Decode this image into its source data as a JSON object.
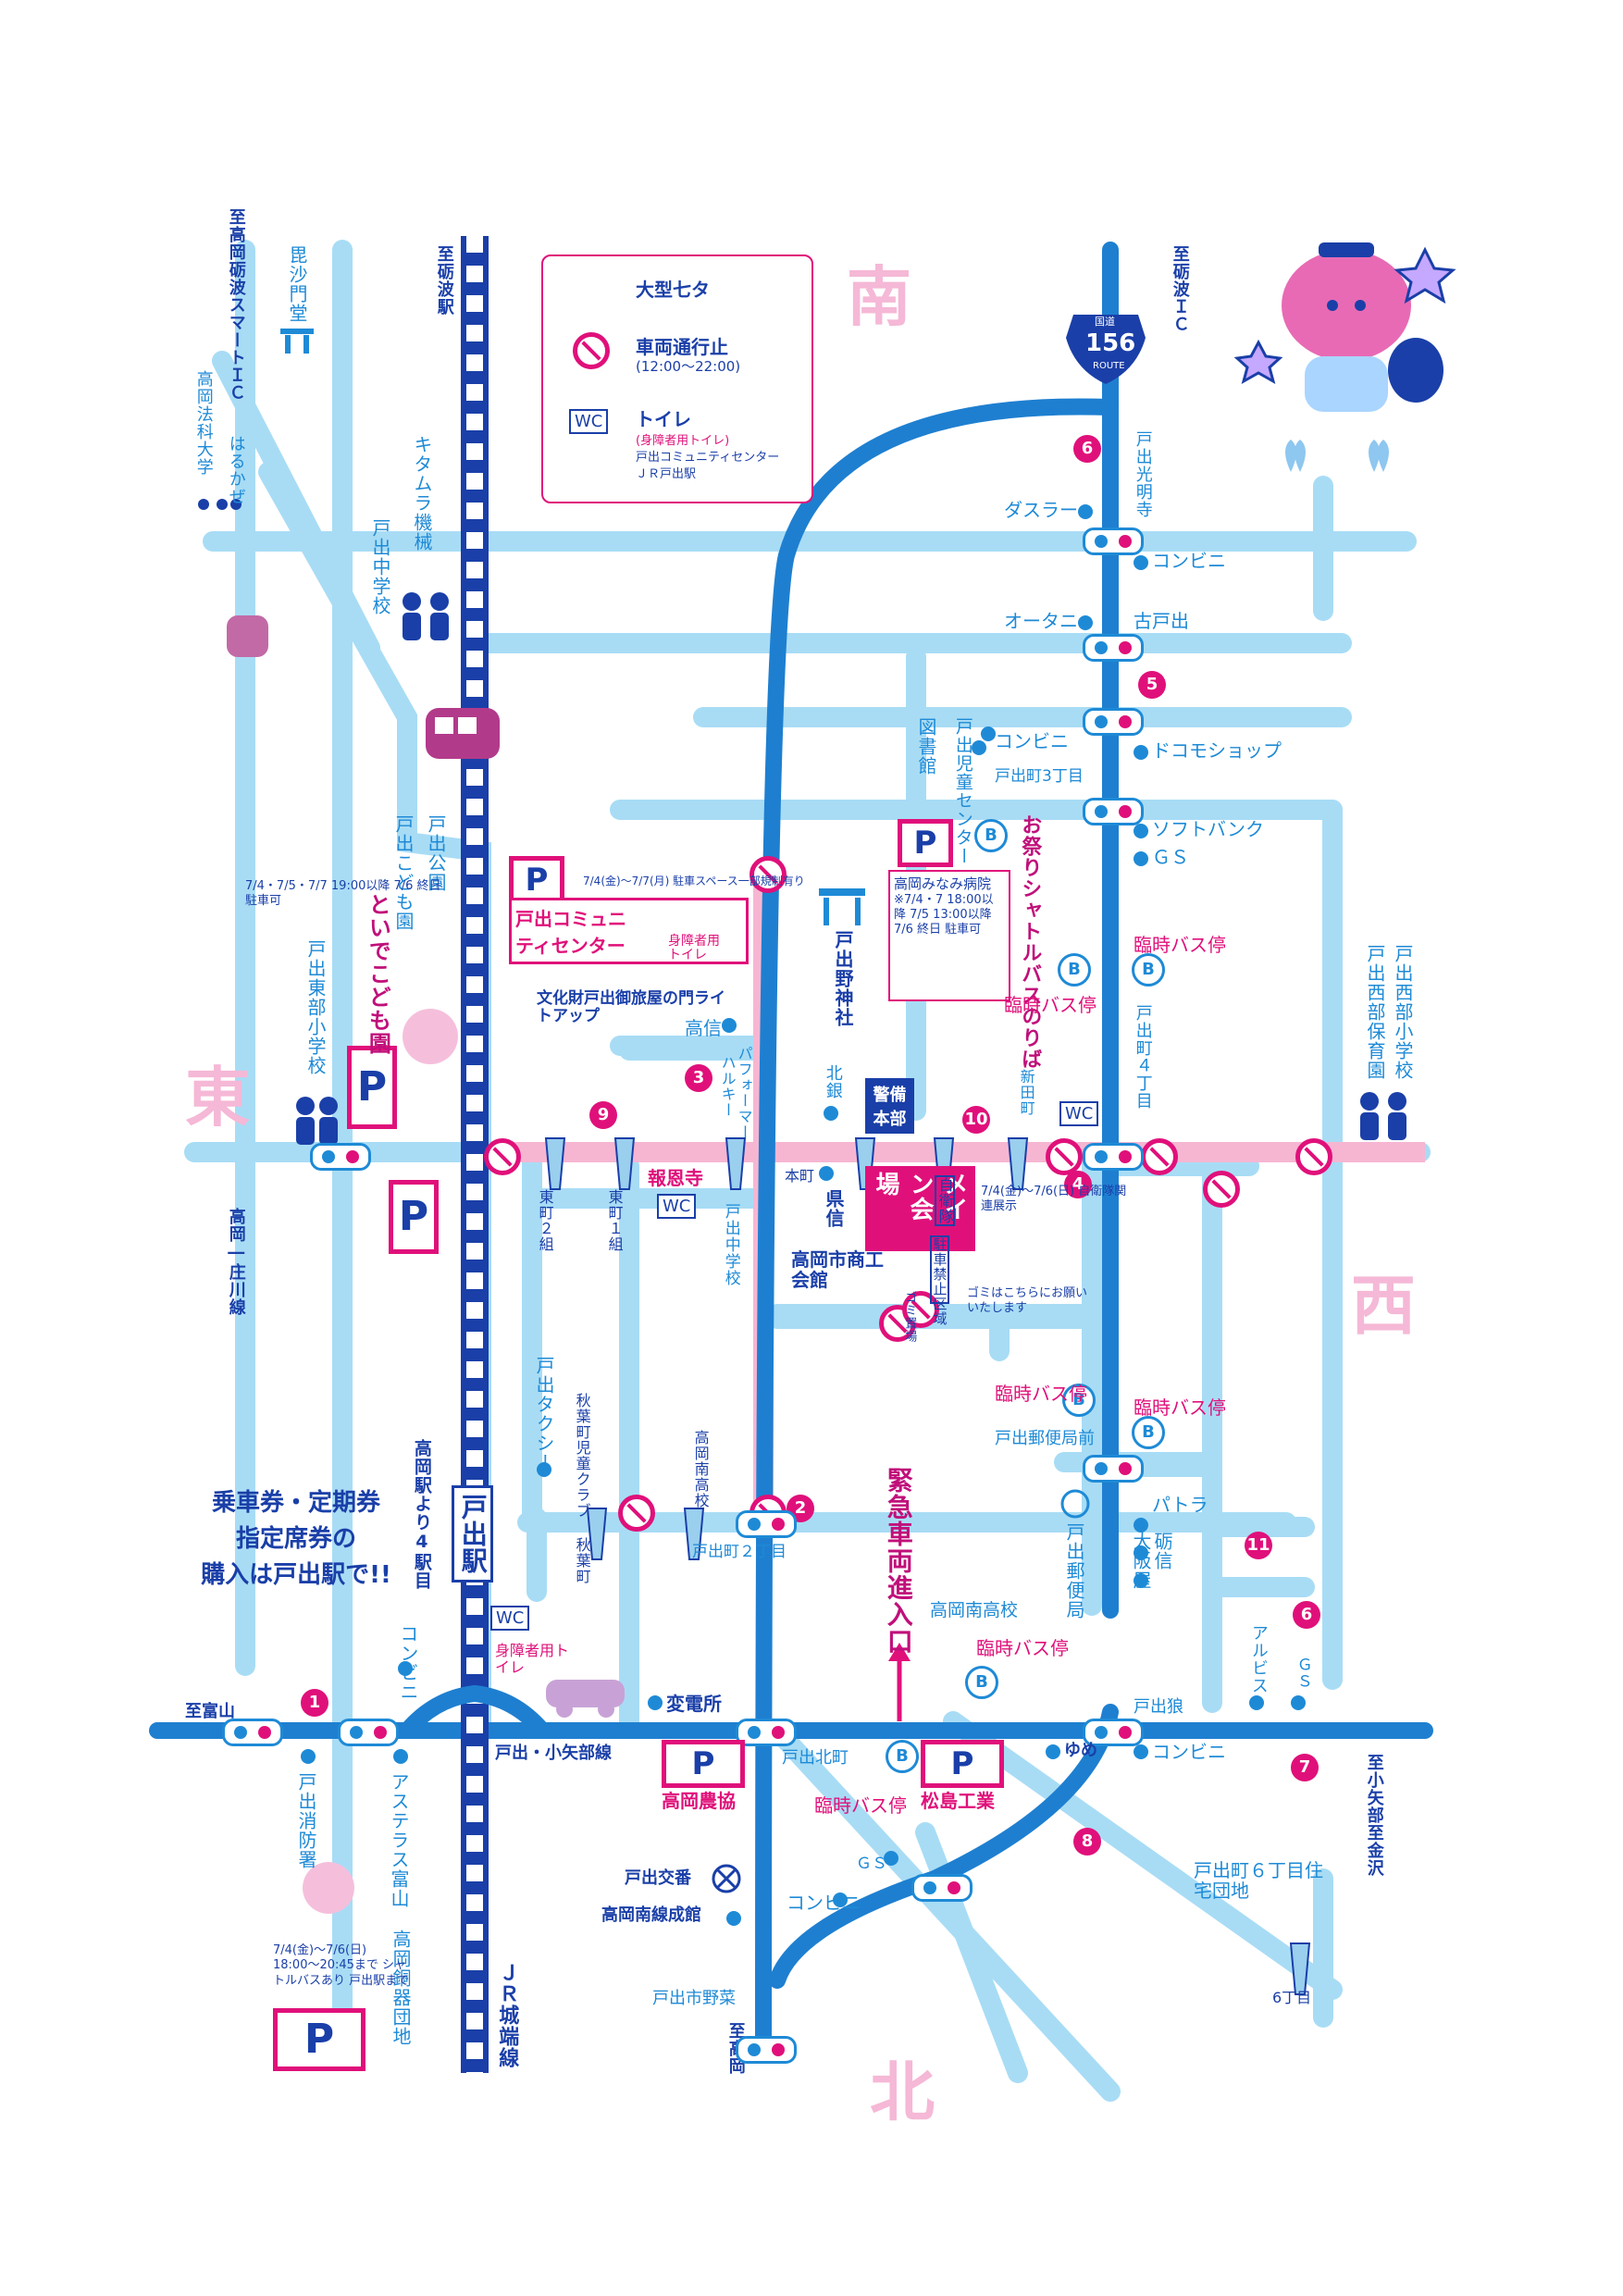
{
  "directions": {
    "south": "南",
    "north": "北",
    "east": "東",
    "west": "西"
  },
  "legend": {
    "tanabata": "大型七タ",
    "closure_title": "車両通行止",
    "closure_time": "(12:00〜22:00)",
    "toilet_title": "トイレ",
    "toilet_note": "(身障者用トイレ)",
    "toilet_loc1": "戸出コミュニティセンター",
    "toilet_loc2": "ＪＲ戸出駅"
  },
  "route_shield": {
    "label": "国道",
    "number": "156",
    "sub": "ROUTE"
  },
  "destinations": {
    "top_left": "至高岡砺波スマートＩＣ",
    "top_rail": "至砺波駅",
    "top_right": "至砺波ＩＣ",
    "bottom_rail": "至高岡",
    "left_road": "至富山",
    "right_road": "至小矢部至金沢"
  },
  "markers": [
    "1",
    "2",
    "3",
    "4",
    "5",
    "6",
    "7",
    "8",
    "9",
    "10",
    "11",
    "6"
  ],
  "places": {
    "bishamondo": "毘沙門堂",
    "hosei": "高岡法科大学",
    "harukaze": "はるかぜ",
    "kitamura": "キタムラ機械",
    "todechu": "戸出中学校",
    "daslar": "ダスラー",
    "konbini": "コンビニ",
    "todekoumyoji": "戸出光明寺",
    "otani": "オータニ",
    "kotode": "古戸出",
    "docomo": "ドコモショップ",
    "toshokan": "図書館",
    "jidocenter": "戸出児童センター",
    "todecho3": "戸出町3丁目",
    "softbank": "ソフトバンク",
    "gs": "ＧＳ",
    "shuttle": "お祭りシャトルバスのりば",
    "minami_hosp": "高岡みなみ病院",
    "minami_note": "※7/4・7 18:00以降 7/5 13:00以降 7/6 終日 駐車可",
    "rinji_bus": "臨時バス停",
    "todecho4": "戸出町４丁目",
    "west_hoikuen": "戸出西部保育園",
    "west_sho": "戸出西部小学校",
    "todejinja": "戸出野神社",
    "community": "戸出コミュニティセンター",
    "community_note": "7/4(金)〜7/7(月) 駐車スペース一部規制有り",
    "shogai_toilet": "身障者用トイレ",
    "bunkazai": "文化財戸出御旅屋の門ライトアップ",
    "takashin": "高信",
    "harukii": "ハルキー",
    "performer": "パフォーマー",
    "hokugin": "北銀",
    "keibi": "警備本部",
    "shindencho": "新田町",
    "honmachi": "本町",
    "kenshin": "県信",
    "main_venue": "メイン会場",
    "shokokai": "高岡市商工会館",
    "jieitai": "自衛隊",
    "jieitai_note": "7/4(金)〜7/6(日) 自衛隊関連展示",
    "parking_ban": "駐車禁止区域",
    "gomi": "ゴミ置場",
    "gomi_note": "ゴミはこちらにお願いいたします",
    "hoonji": "報恩寺",
    "higashi2": "東町２組",
    "higashi1": "東町１組",
    "todechu2": "戸出中学校",
    "todepark": "戸出公園",
    "kodomoen": "戸出こども園",
    "toide_kodomo": "といでこども園",
    "east_sho": "戸出東部小学校",
    "east_park_note": "7/4・7/5・7/7 19:00以降 7/6 終日 駐車可",
    "takaoka_shogawa": "高岡―庄川線",
    "taxi": "戸出タクシー",
    "akiba": "秋葉町児童クラブ 秋葉町",
    "minami_hs": "高岡南高校",
    "kinkyu": "緊急車両進入口",
    "todecho2": "戸出町２丁目",
    "yubinkyoku_mae": "戸出郵便局前",
    "yubinkyoku": "戸出郵便局",
    "patra": "パトラ",
    "tonami_shin": "砺信",
    "osakaya": "大阪屋",
    "minami_hs2": "高岡南高校",
    "alpis": "アルビス",
    "todeeki_4": "高岡駅より4駅目",
    "todeeki": "戸出駅",
    "henden": "変電所",
    "todeoomi": "戸出狼",
    "yume": "ゆめ",
    "nokyo": "高岡農協",
    "matsushima": "松島工業",
    "todekitamachi": "戸出北町",
    "todekoban": "戸出交番",
    "minamisen": "高岡南線成館",
    "yasai": "戸出市野菜",
    "todecho6": "戸出町６丁目住宅団地",
    "rokuchome": "6丁目",
    "shobo": "戸出消防署",
    "astellas": "アステラス富山",
    "takaoka_dokan": "高岡銅器団地",
    "shuttle_note": "7/4(金)〜7/6(日) 18:00〜20:45まで シャトルバスあり 戸出駅まで",
    "jr_line": "ＪＲ城端線",
    "koyabe_line": "戸出・小矢部線",
    "shogai_toilet2": "身障者用トイレ"
  },
  "ticket_notice": [
    "乗車券・定期券",
    "指定席券の",
    "購入は戸出駅で!!"
  ],
  "parking_label": "P",
  "wc_label": "WC",
  "bus_label": "B",
  "colors": {
    "major_road": "#1e7fd0",
    "minor_road": "#a8dcf5",
    "accent": "#e0107a",
    "festival_road": "#f6b6d2",
    "navy": "#1a3fa8"
  }
}
